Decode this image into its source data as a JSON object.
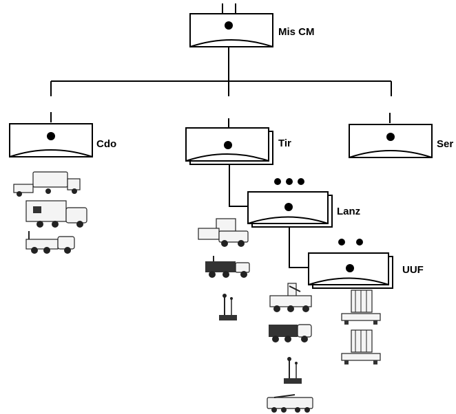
{
  "diagram": {
    "title_unit": {
      "label": "Mis CM",
      "symbol": "unit-dot"
    },
    "units": [
      {
        "id": "cdo",
        "label": "Cdo",
        "stack": 1,
        "echelon_dots": 0
      },
      {
        "id": "tir",
        "label": "Tir",
        "stack": 2,
        "echelon_dots": 0
      },
      {
        "id": "ser",
        "label": "Ser",
        "stack": 1,
        "echelon_dots": 0
      },
      {
        "id": "lanz",
        "label": "Lanz",
        "stack": 2,
        "echelon_dots": 3
      },
      {
        "id": "uuf",
        "label": "UUF",
        "stack": 2,
        "echelon_dots": 2
      }
    ],
    "equipment_icons": {
      "cdo": [
        "command-trailer-truck-icon",
        "shelter-truck-icon",
        "antenna-truck-icon"
      ],
      "tir": [
        "radar-truck-icon",
        "generator-truck-icon",
        "antenna-mast-icon"
      ],
      "lanz": [
        "launcher-truck-icon",
        "transport-truck-icon",
        "antenna-mast-icon",
        "reload-truck-icon"
      ],
      "uuf": [
        "missile-launcher-icon",
        "missile-launcher-icon"
      ]
    }
  }
}
